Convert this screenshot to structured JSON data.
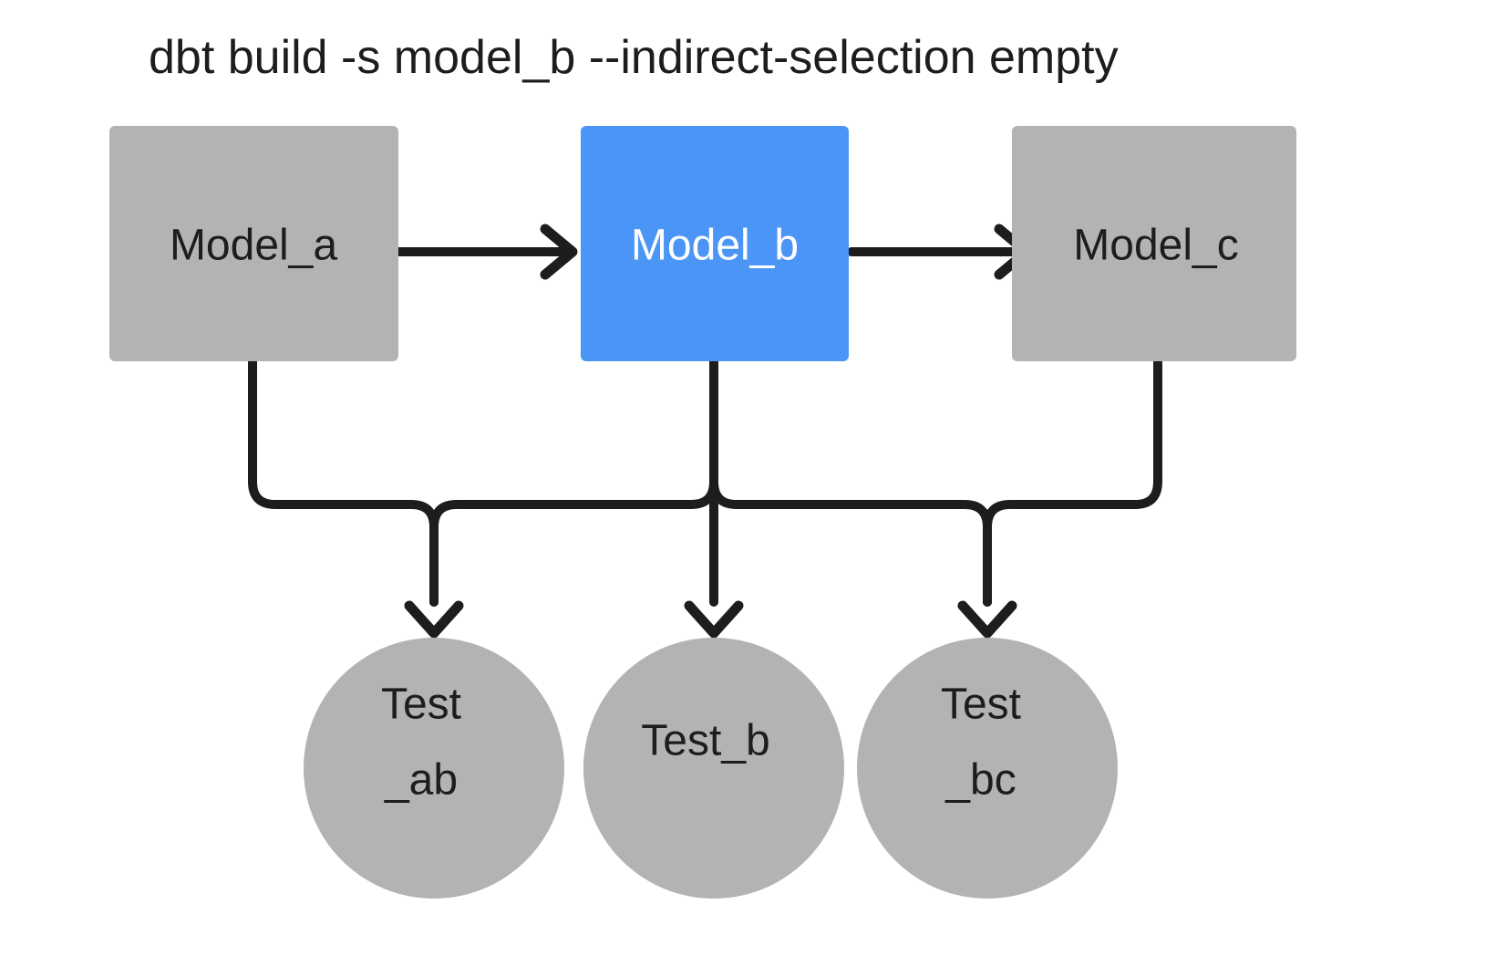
{
  "diagram": {
    "title": "dbt build -s model_b --indirect-selection empty",
    "background_color": "#ffffff",
    "edge_color": "#1d1d1d",
    "colors": {
      "node_default": "#b3b3b3",
      "node_selected": "#4a95f5",
      "text_dark": "#1d1d1d",
      "text_light": "#ffffff"
    },
    "models": [
      {
        "id": "model_a",
        "label": "Model_a",
        "fill": "#b3b3b3",
        "text_color": "#1d1d1d",
        "selected": false
      },
      {
        "id": "model_b",
        "label": "Model_b",
        "fill": "#4a95f5",
        "text_color": "#ffffff",
        "selected": true
      },
      {
        "id": "model_c",
        "label": "Model_c",
        "fill": "#b3b3b3",
        "text_color": "#1d1d1d",
        "selected": false
      }
    ],
    "tests": [
      {
        "id": "test_ab",
        "label_line1": "Test",
        "label_line2": "_ab",
        "fill": "#b3b3b3",
        "text_color": "#1d1d1d"
      },
      {
        "id": "test_b",
        "label_line1": "Test_b",
        "label_line2": "",
        "fill": "#b3b3b3",
        "text_color": "#1d1d1d"
      },
      {
        "id": "test_bc",
        "label_line1": "Test",
        "label_line2": "_bc",
        "fill": "#b3b3b3",
        "text_color": "#1d1d1d"
      }
    ],
    "edges": [
      {
        "id": "model_a-to-model_b",
        "from": "model_a",
        "to": "model_b"
      },
      {
        "id": "model_b-to-model_c",
        "from": "model_b",
        "to": "model_c"
      },
      {
        "id": "model_a-to-test_ab",
        "from": "model_a",
        "to": "test_ab"
      },
      {
        "id": "model_b-to-test_ab",
        "from": "model_b",
        "to": "test_ab"
      },
      {
        "id": "model_b-to-test_b",
        "from": "model_b",
        "to": "test_b"
      },
      {
        "id": "model_b-to-test_bc",
        "from": "model_b",
        "to": "test_bc"
      },
      {
        "id": "model_c-to-test_bc",
        "from": "model_c",
        "to": "test_bc"
      }
    ]
  }
}
